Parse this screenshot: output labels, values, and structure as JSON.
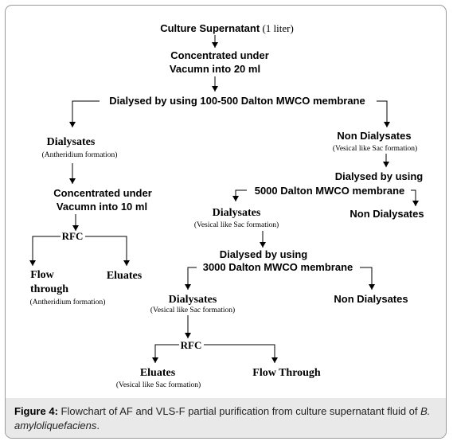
{
  "nodes": {
    "culture": {
      "bold": "Culture Supernatant",
      "rest": " (1 liter)"
    },
    "conc20": {
      "line1": "Concentrated under",
      "line2": "Vacumn into 20 ml"
    },
    "dialysed1": "Dialysed by using 100-500 Dalton MWCO membrane",
    "dialysates1": {
      "title": "Dialysates",
      "note": "(Antheridium formation)"
    },
    "nondial1": {
      "title": "Non Dialysates",
      "note": "(Vesical like Sac formation)"
    },
    "conc10": {
      "line1": "Concentrated under",
      "line2": "Vacumn into 10 ml"
    },
    "dialysed5000": {
      "line1": "Dialysed by using",
      "line2": "5000 Dalton MWCO membrane"
    },
    "dialysates2": {
      "title": "Dialysates",
      "note": "(Vesical like Sac formation)"
    },
    "nondial2": "Non Dialysates",
    "rfc1": "RFC",
    "flow1": {
      "line1": "Flow",
      "line2": "through",
      "note": "(Antheridium formation)"
    },
    "eluates1": "Eluates",
    "dialysed3000": {
      "line1": "Dialysed by using",
      "line2": "3000 Dalton MWCO membrane"
    },
    "dialysates3": {
      "title": "Dialysates",
      "note": "(Vesical like Sac formation)"
    },
    "nondial3": "Non Dialysates",
    "rfc2": "RFC",
    "eluates2": {
      "title": "Eluates",
      "note": "(Vesical like Sac formation)"
    },
    "flowthrough2": "Flow Through"
  },
  "caption": {
    "label": "Figure 4:",
    "text1": " Flowchart of AF and VLS-F partial purification from culture supernatant fluid of ",
    "species": "B. amyloliquefaciens",
    "text2": "."
  }
}
